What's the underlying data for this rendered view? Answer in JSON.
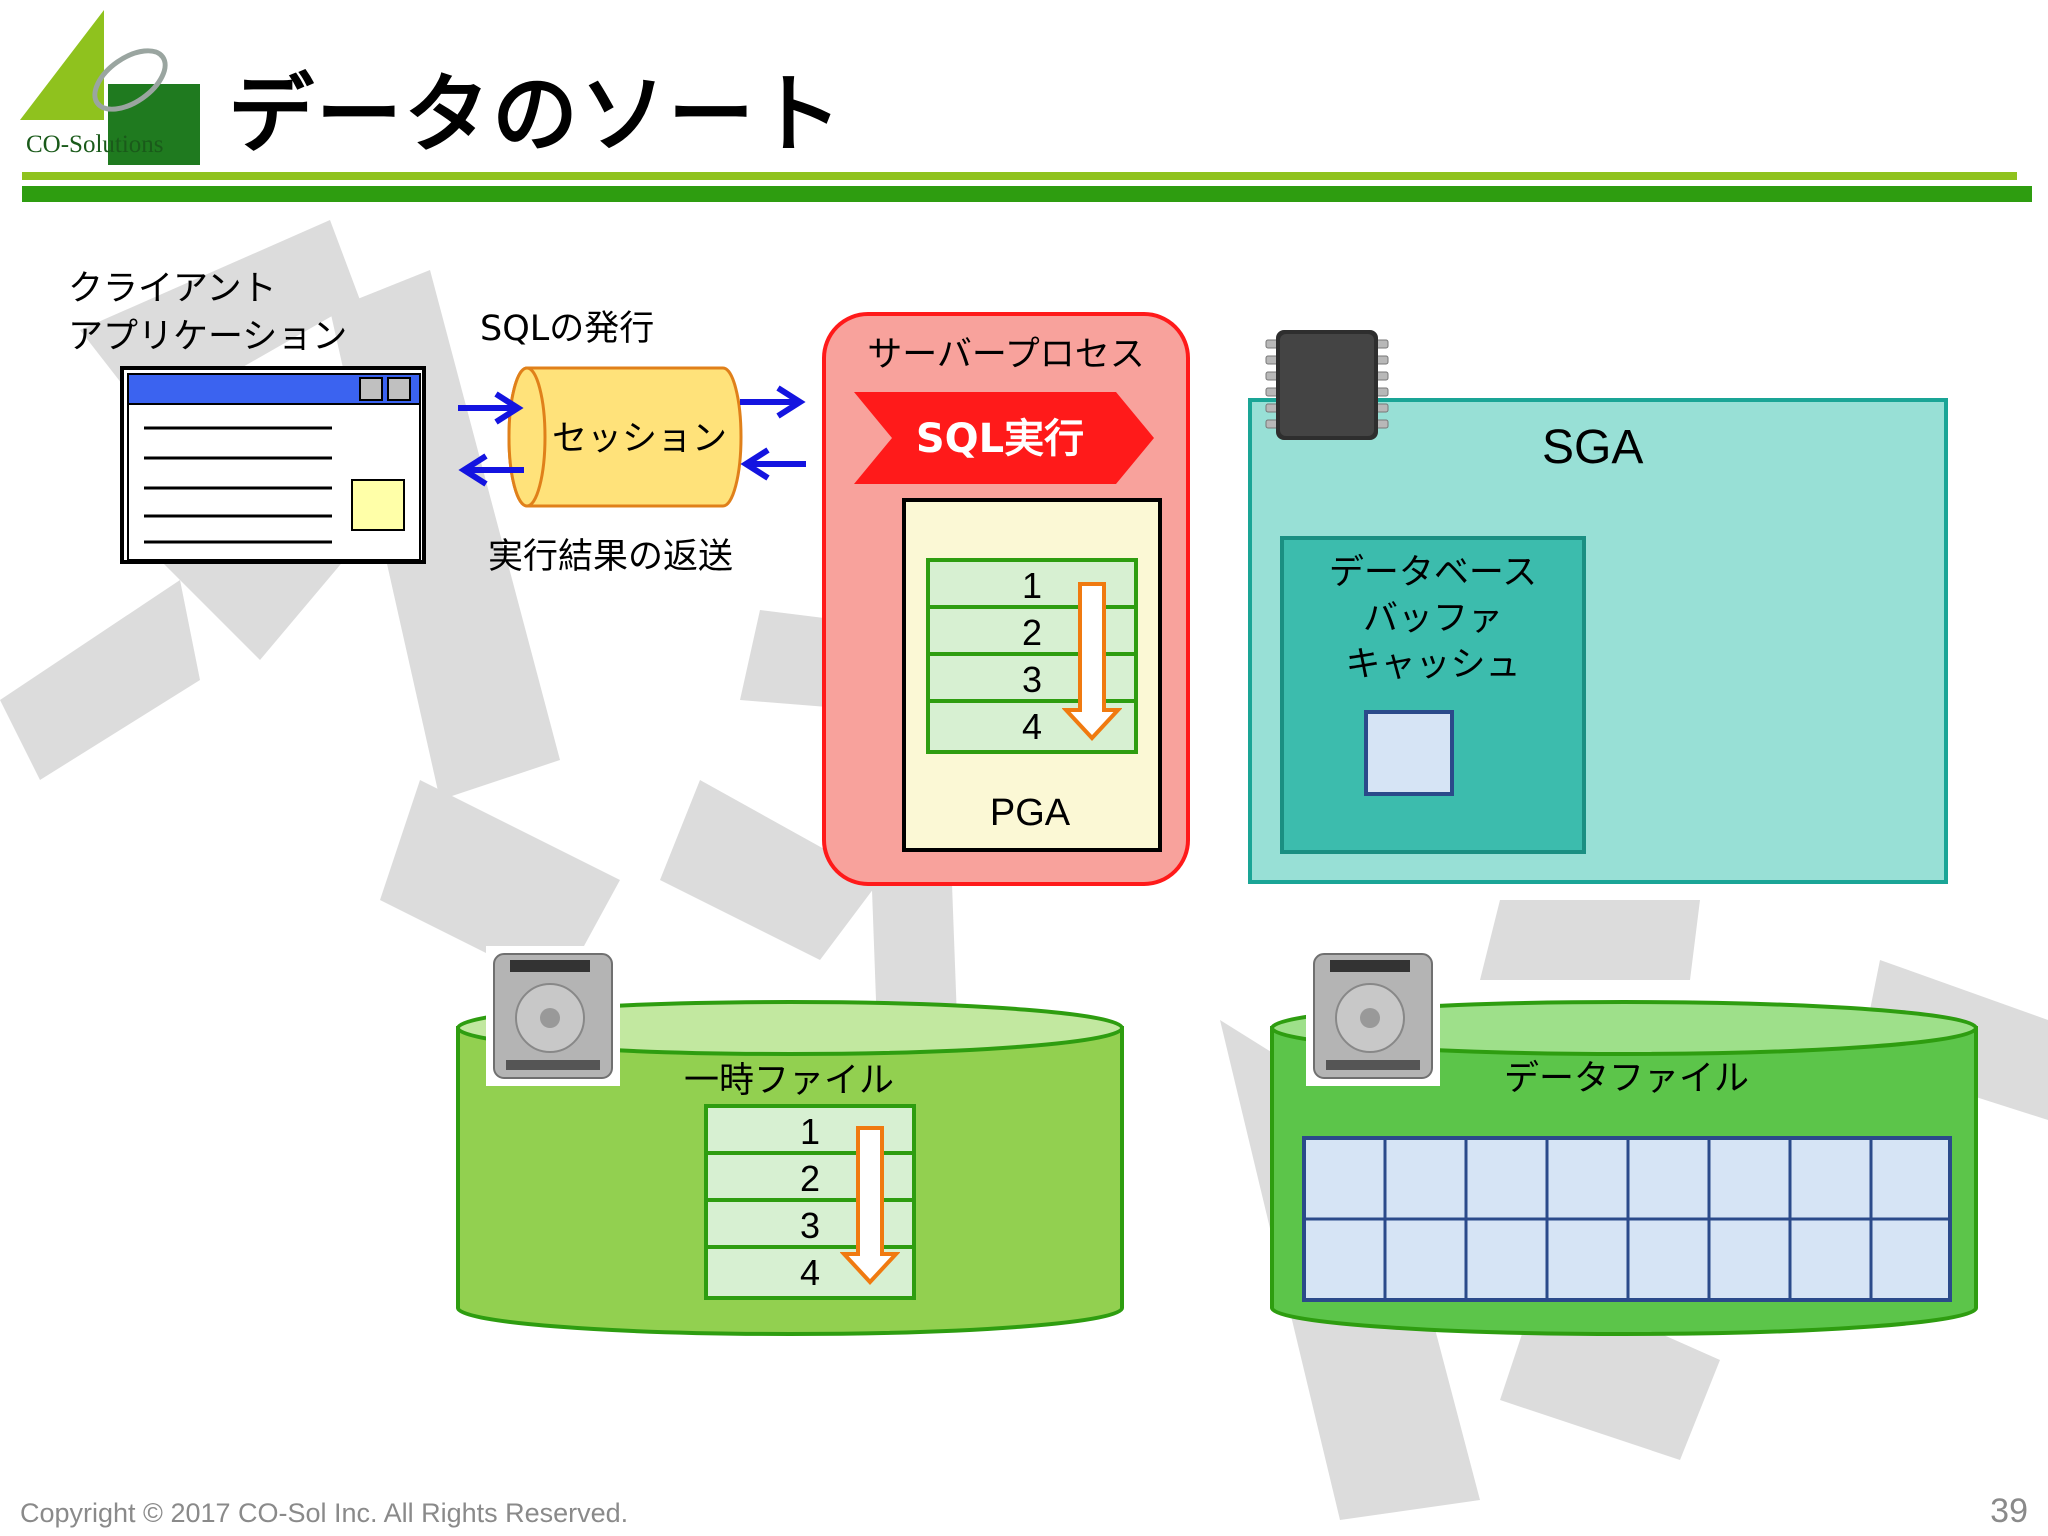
{
  "header": {
    "title": "データのソート",
    "logo_text": "CO-Solutions"
  },
  "client": {
    "label_line1": "クライアント",
    "label_line2": "アプリケーション"
  },
  "session": {
    "sql_issue_label": "SQLの発行",
    "cylinder_label": "セッション",
    "return_label": "実行結果の返送"
  },
  "server_process": {
    "label": "サーバープロセス",
    "sql_exec_label": "SQL実行",
    "pga_label": "PGA",
    "rows": [
      "1",
      "2",
      "3",
      "4"
    ]
  },
  "sga": {
    "label": "SGA",
    "buffer_cache_line1": "データベース",
    "buffer_cache_line2": "バッファ",
    "buffer_cache_line3": "キャッシュ"
  },
  "temp_file": {
    "label": "一時ファイル",
    "rows": [
      "1",
      "2",
      "3",
      "4"
    ]
  },
  "data_file": {
    "label": "データファイル"
  },
  "footer": {
    "copyright": "Copyright © 2017 CO-Sol Inc. All Rights Reserved.",
    "page_number": "39"
  },
  "colors": {
    "accent_green": "#2e9d10",
    "light_green": "#8fc21e",
    "server_red": "#f8a29c",
    "sga_teal": "#98e0d6",
    "arrow_blue": "#1414e0"
  }
}
